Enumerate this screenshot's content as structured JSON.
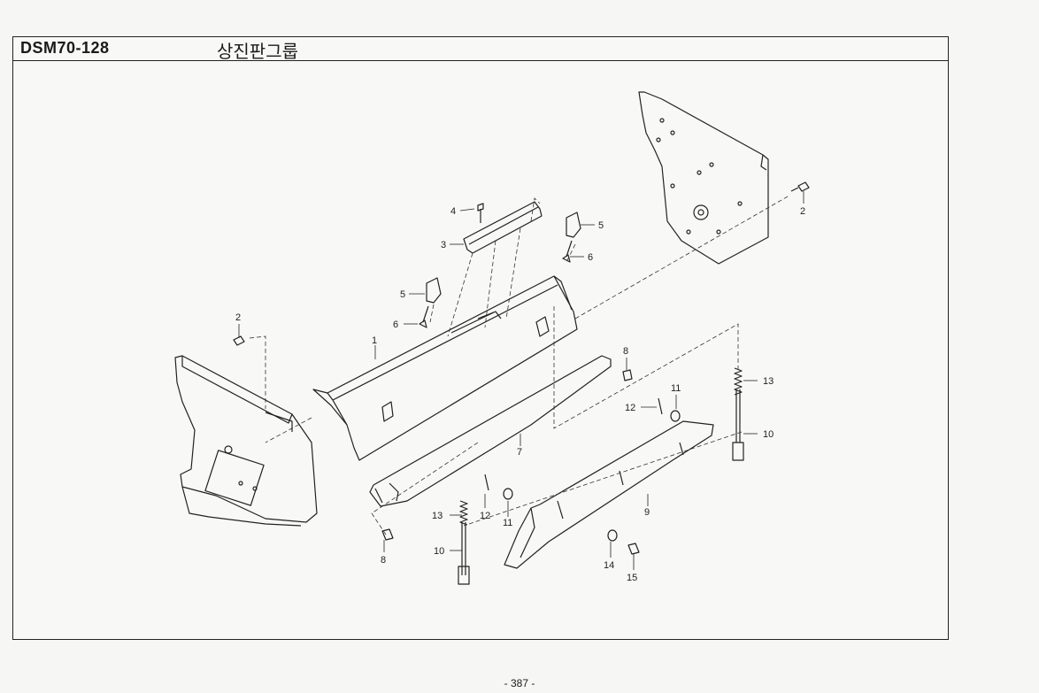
{
  "sheet": {
    "code": "DSM70-128",
    "title": "상진판그룹",
    "page_number": "- 387 -"
  },
  "callouts": [
    {
      "id": "c-4",
      "label": "4"
    },
    {
      "id": "c-3",
      "label": "3"
    },
    {
      "id": "c-5a",
      "label": "5"
    },
    {
      "id": "c-6a",
      "label": "6"
    },
    {
      "id": "c-5b",
      "label": "5"
    },
    {
      "id": "c-6b",
      "label": "6"
    },
    {
      "id": "c-2a",
      "label": "2"
    },
    {
      "id": "c-2b",
      "label": "2"
    },
    {
      "id": "c-1",
      "label": "1"
    },
    {
      "id": "c-8a",
      "label": "8"
    },
    {
      "id": "c-11a",
      "label": "11"
    },
    {
      "id": "c-12a",
      "label": "12"
    },
    {
      "id": "c-13a",
      "label": "13"
    },
    {
      "id": "c-10a",
      "label": "10"
    },
    {
      "id": "c-7",
      "label": "7"
    },
    {
      "id": "c-9",
      "label": "9"
    },
    {
      "id": "c-13b",
      "label": "13"
    },
    {
      "id": "c-12b",
      "label": "12"
    },
    {
      "id": "c-11b",
      "label": "11"
    },
    {
      "id": "c-10b",
      "label": "10"
    },
    {
      "id": "c-8b",
      "label": "8"
    },
    {
      "id": "c-14",
      "label": "14"
    },
    {
      "id": "c-15",
      "label": "15"
    }
  ]
}
